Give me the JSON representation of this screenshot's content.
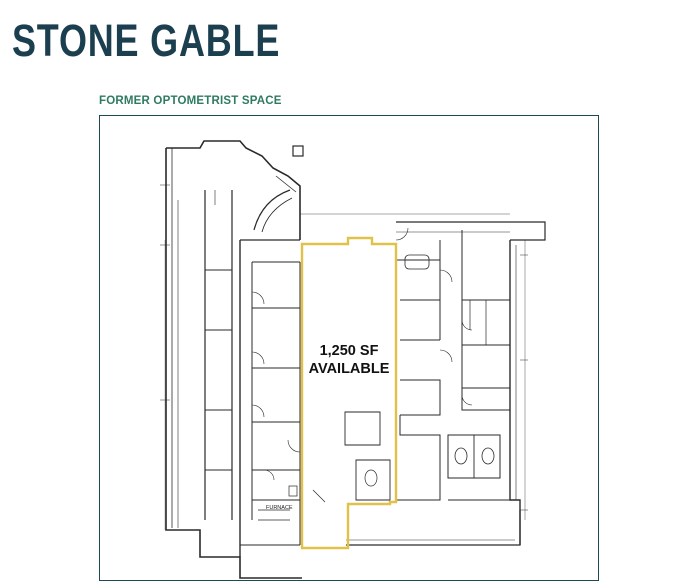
{
  "brand": {
    "name": "STONE GABLE",
    "color": "#1b3f4e"
  },
  "section": {
    "title": "FORMER OPTOMETRIST SPACE",
    "title_color": "#2f7a62"
  },
  "plan": {
    "highlight_color": "#e0c24a",
    "available_line1": "1,250 SF",
    "available_line2": "AVAILABLE",
    "furnace_label": "FURNACE"
  }
}
